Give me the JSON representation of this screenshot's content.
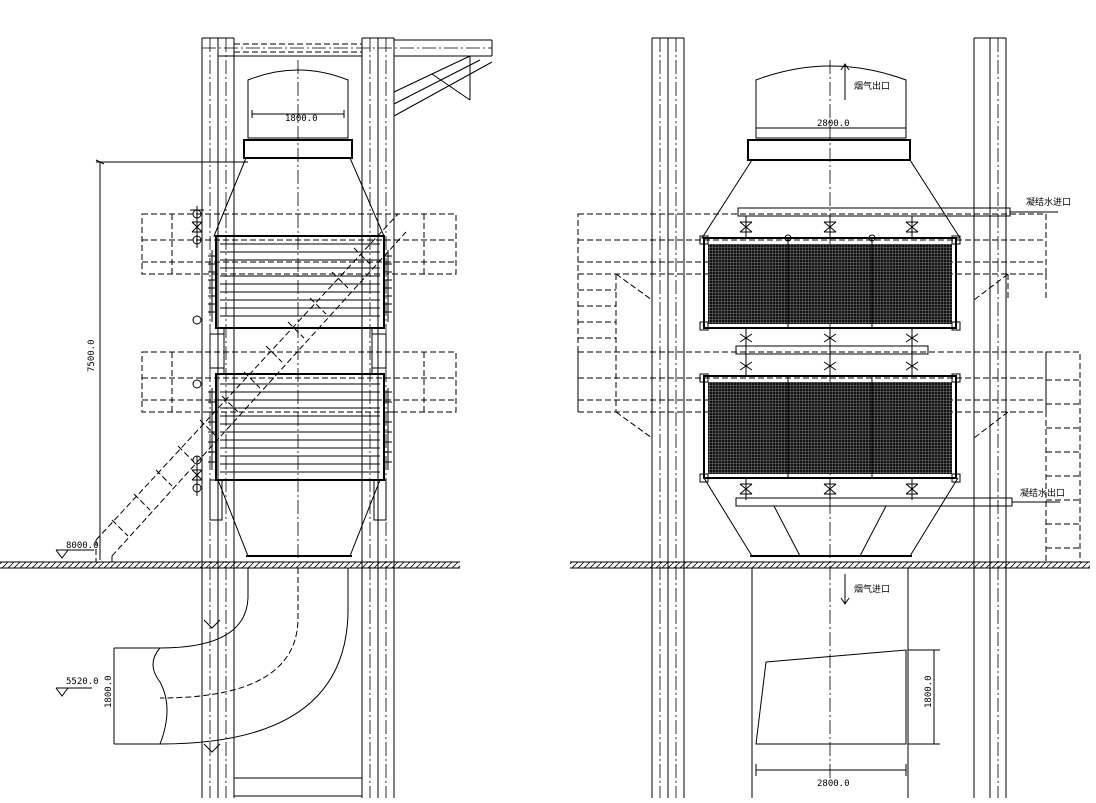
{
  "drawing": {
    "left_view": {
      "elevation_ground": "8000.0",
      "elevation_duct": "5520.0",
      "dim_top_width": "1800.0",
      "dim_height": "7500.0",
      "dim_duct_height": "1800.0"
    },
    "right_view": {
      "label_gas_outlet": "烟气出口",
      "label_gas_inlet": "烟气进口",
      "label_water_inlet": "凝结水进口",
      "label_water_outlet": "凝结水出口",
      "dim_top_width": "2800.0",
      "dim_bottom_width": "2800.0",
      "dim_duct_height": "1800.0"
    },
    "colors": {
      "line": "#000000",
      "hatch": "#000000",
      "background": "#ffffff"
    }
  }
}
